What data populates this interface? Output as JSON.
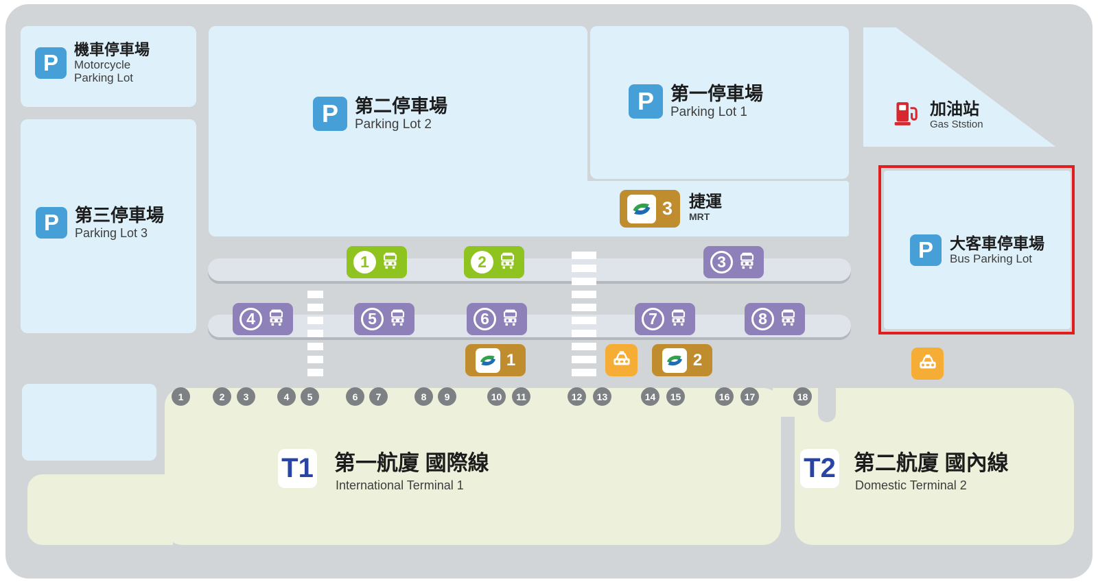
{
  "parking_symbol": "P",
  "cards": {
    "motorcycle": {
      "zh": "機車停車場",
      "en": "Motorcycle Parking Lot"
    },
    "lot3": {
      "zh": "第三停車場",
      "en": "Parking Lot 3"
    },
    "lot2": {
      "zh": "第二停車場",
      "en": "Parking Lot 2"
    },
    "lot1": {
      "zh": "第一停車場",
      "en": "Parking Lot 1"
    },
    "bus_lot": {
      "zh": "大客車停車場",
      "en": "Bus Parking Lot"
    },
    "gas_station": {
      "zh": "加油站",
      "en": "Gas Ststion"
    }
  },
  "mrt_station": {
    "zh": "捷運",
    "en": "MRT",
    "badge_number": "3"
  },
  "mrt_exits": [
    "1",
    "2"
  ],
  "bus_stops": {
    "green": [
      "1",
      "2"
    ],
    "purple": [
      "3",
      "4",
      "5",
      "6",
      "7",
      "8"
    ]
  },
  "gates": [
    "1",
    "2",
    "3",
    "4",
    "5",
    "6",
    "7",
    "8",
    "9",
    "10",
    "11",
    "12",
    "13",
    "14",
    "15",
    "16",
    "17",
    "18"
  ],
  "terminals": {
    "t1": {
      "code": "T1",
      "zh": "第一航廈 國際線",
      "en": "International Terminal 1"
    },
    "t2": {
      "code": "T2",
      "zh": "第二航廈 國內線",
      "en": "Domestic Terminal 2"
    }
  },
  "colors": {
    "parking_blue": "#469fd7",
    "card_blue": "#def1fb",
    "road_gray": "#d2d5d8",
    "median_gray": "#dee4ea",
    "terminal_beige": "#edf0da",
    "bus_stop_green": "#8fc31f",
    "bus_stop_purple": "#8e80b9",
    "mrt_gold": "#bf8d2e",
    "taxi_orange": "#f5ad35",
    "gate_gray": "#7e8184",
    "terminal_code_blue": "#2a44a3",
    "highlight_red": "#e01e1f",
    "gas_pump_red": "#d7282f"
  }
}
